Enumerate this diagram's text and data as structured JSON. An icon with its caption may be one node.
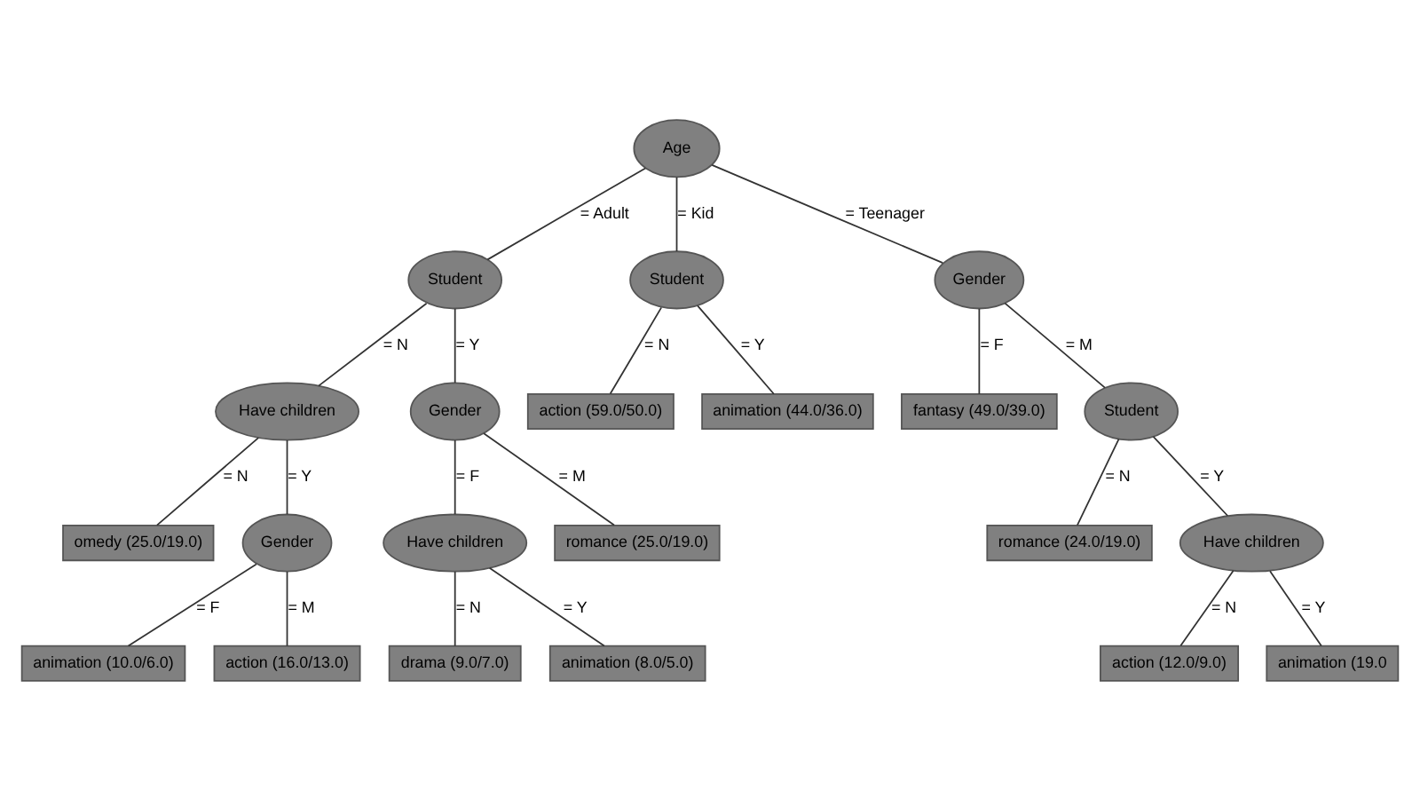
{
  "diagram": {
    "nodes": [
      {
        "text": [
          "Age"
        ]
      },
      {
        "text": [
          "Student"
        ]
      },
      {
        "text": [
          "Student"
        ]
      },
      {
        "text": [
          "Gender"
        ]
      },
      {
        "text": [
          "Have children"
        ]
      },
      {
        "text": [
          "Gender"
        ]
      },
      {
        "text": [
          "action (59.0/50.0)"
        ]
      },
      {
        "text": [
          "animation (44.0/36.0)"
        ]
      },
      {
        "text": [
          "fantasy (49.0/39.0)"
        ]
      },
      {
        "text": [
          "Student"
        ]
      },
      {
        "text": [
          "omedy (25.0/19.0)"
        ]
      },
      {
        "text": [
          "Gender"
        ]
      },
      {
        "text": [
          "Have children"
        ]
      },
      {
        "text": [
          "romance (25.0/19.0)"
        ]
      },
      {
        "text": [
          "romance (24.0/19.0)"
        ]
      },
      {
        "text": [
          "Have children"
        ]
      },
      {
        "text": [
          "animation (10.0/6.0)"
        ]
      },
      {
        "text": [
          "action (16.0/13.0)"
        ]
      },
      {
        "text": [
          "drama (9.0/7.0)"
        ]
      },
      {
        "text": [
          "animation (8.0/5.0)"
        ]
      },
      {
        "text": [
          "action (12.0/9.0)"
        ]
      },
      {
        "text": [
          "animation (19.0"
        ]
      }
    ],
    "edges": [
      {
        "from": 0,
        "to": 1,
        "arrow": "none",
        "label": "= Adult"
      },
      {
        "from": 0,
        "to": 2,
        "arrow": "none",
        "label": "= Kid"
      },
      {
        "from": 0,
        "to": 3,
        "arrow": "none",
        "label": "= Teenager"
      },
      {
        "from": 1,
        "to": 4,
        "arrow": "none",
        "label": "= N"
      },
      {
        "from": 1,
        "to": 5,
        "arrow": "none",
        "label": "= Y"
      },
      {
        "from": 2,
        "to": 6,
        "arrow": "none",
        "label": "= N"
      },
      {
        "from": 2,
        "to": 7,
        "arrow": "none",
        "label": "= Y"
      },
      {
        "from": 3,
        "to": 8,
        "arrow": "none",
        "label": "= F"
      },
      {
        "from": 3,
        "to": 9,
        "arrow": "none",
        "label": "= M"
      },
      {
        "from": 4,
        "to": 10,
        "arrow": "none",
        "label": "= N"
      },
      {
        "from": 4,
        "to": 11,
        "arrow": "none",
        "label": "= Y"
      },
      {
        "from": 5,
        "to": 12,
        "arrow": "none",
        "label": "= F"
      },
      {
        "from": 5,
        "to": 13,
        "arrow": "none",
        "label": "= M"
      },
      {
        "from": 9,
        "to": 14,
        "arrow": "none",
        "label": "= N"
      },
      {
        "from": 9,
        "to": 15,
        "arrow": "none",
        "label": "= Y"
      },
      {
        "from": 11,
        "to": 16,
        "arrow": "none",
        "label": "= F"
      },
      {
        "from": 11,
        "to": 17,
        "arrow": "none",
        "label": "= M"
      },
      {
        "from": 12,
        "to": 18,
        "arrow": "none",
        "label": "= N"
      },
      {
        "from": 12,
        "to": 19,
        "arrow": "none",
        "label": "= Y"
      },
      {
        "from": 15,
        "to": 20,
        "arrow": "none",
        "label": "= N"
      },
      {
        "from": 15,
        "to": 21,
        "arrow": "none",
        "label": "= Y"
      }
    ]
  }
}
